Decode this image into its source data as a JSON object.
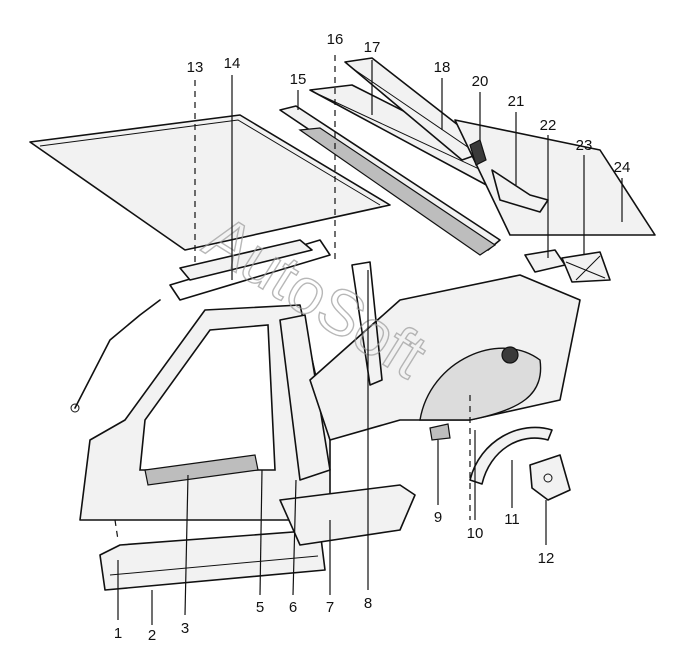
{
  "diagram": {
    "watermark": "AutoSoft",
    "parts": [
      {
        "id": "1",
        "label": "1"
      },
      {
        "id": "2",
        "label": "2"
      },
      {
        "id": "3",
        "label": "3"
      },
      {
        "id": "5",
        "label": "5"
      },
      {
        "id": "6",
        "label": "6"
      },
      {
        "id": "7",
        "label": "7"
      },
      {
        "id": "8",
        "label": "8"
      },
      {
        "id": "9",
        "label": "9"
      },
      {
        "id": "10",
        "label": "10"
      },
      {
        "id": "11",
        "label": "11"
      },
      {
        "id": "12",
        "label": "12"
      },
      {
        "id": "13",
        "label": "13"
      },
      {
        "id": "14",
        "label": "14"
      },
      {
        "id": "15",
        "label": "15"
      },
      {
        "id": "16",
        "label": "16"
      },
      {
        "id": "17",
        "label": "17"
      },
      {
        "id": "18",
        "label": "18"
      },
      {
        "id": "20",
        "label": "20"
      },
      {
        "id": "21",
        "label": "21"
      },
      {
        "id": "22",
        "label": "22"
      },
      {
        "id": "23",
        "label": "23"
      },
      {
        "id": "24",
        "label": "24"
      }
    ]
  }
}
